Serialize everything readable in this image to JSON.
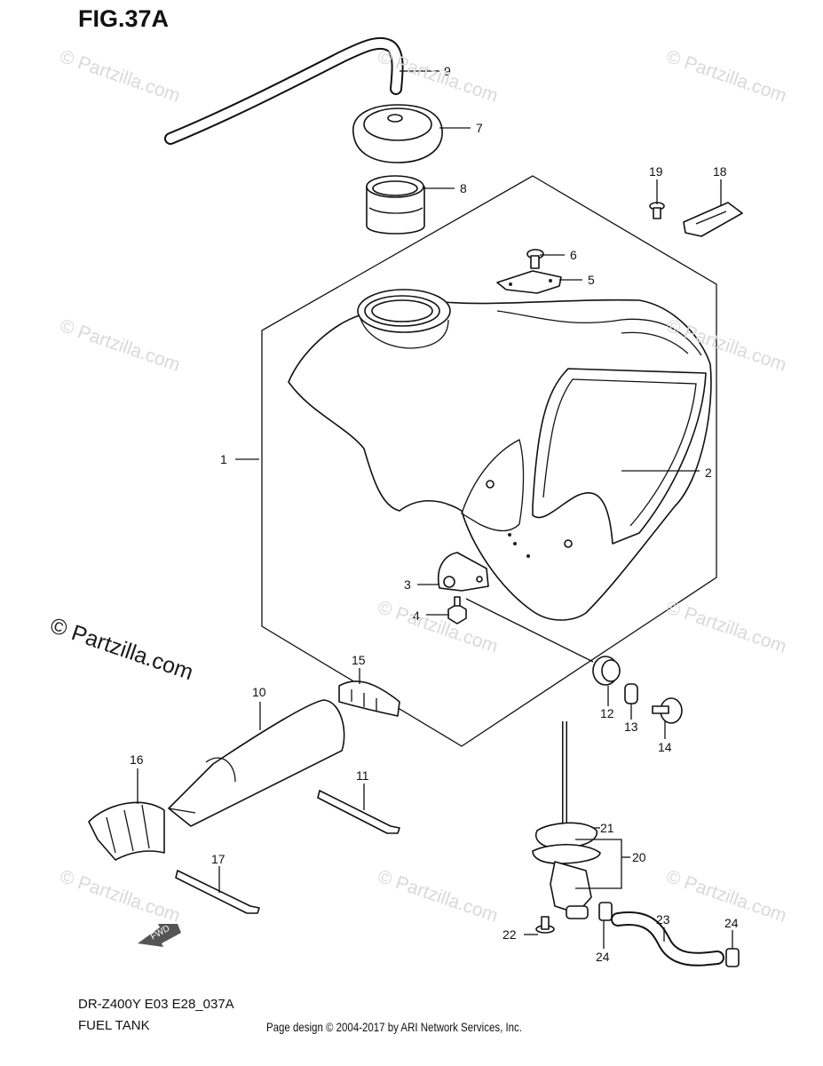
{
  "title": "FIG.37A",
  "footer": {
    "code": "DR-Z400Y E03 E28_037A",
    "name": "FUEL TANK",
    "credit": "Page design © 2004-2017 by ARI Network Services, Inc."
  },
  "watermark": {
    "main": "© Partzilla.com",
    "repeat": "© Partzilla.com"
  },
  "fwd_label": "FWD",
  "callouts": [
    "1",
    "2",
    "3",
    "4",
    "5",
    "6",
    "7",
    "8",
    "9",
    "10",
    "11",
    "12",
    "13",
    "14",
    "15",
    "16",
    "17",
    "18",
    "19",
    "20",
    "21",
    "22",
    "23",
    "24",
    "24"
  ]
}
